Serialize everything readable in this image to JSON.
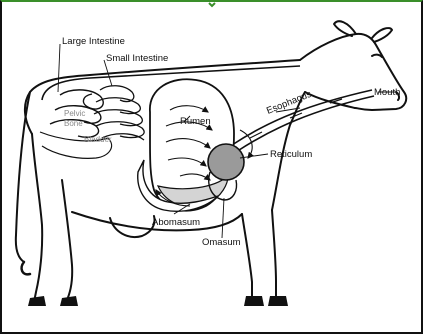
{
  "labels": {
    "large_intestine": "Large Intestine",
    "small_intestine": "Small Intestine",
    "pelvic_bone_line1": "Pelvic",
    "pelvic_bone_line2": "Bone",
    "bladder": "Bladder",
    "rumen": "Rumen",
    "esophagus": "Esophagus",
    "mouth": "Mouth",
    "reticulum": "Reticulum",
    "abomasum": "Abomasum",
    "omasum": "Omasum"
  },
  "colors": {
    "outline": "#111111",
    "rumen_fill": "#d4d4d4",
    "reticulum_fill": "#9a9a9a",
    "top_border": "#3a8f2a"
  }
}
